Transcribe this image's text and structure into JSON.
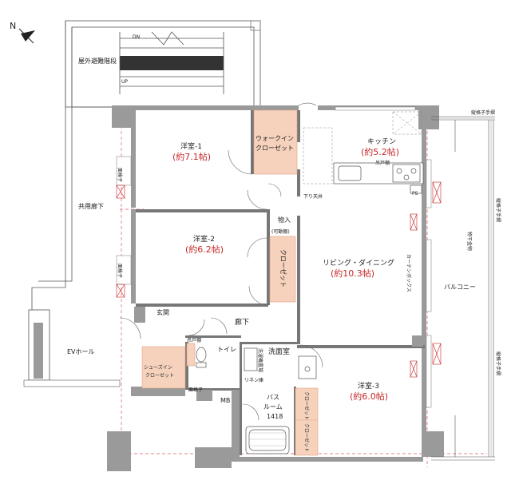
{
  "compass": {
    "letter": "N"
  },
  "labels": {
    "outdoor_stairs": "屋外避難階段",
    "dn": "DN",
    "up": "UP",
    "lattice_rail_top": "縦格子手摺",
    "common_corridor": "共用廊下",
    "face_lattice_1": "面格子",
    "face_lattice_2": "面格子",
    "ev_hall": "EVホール",
    "face_lattice_3": "面格子",
    "mb": "MB",
    "ps": "PS",
    "lattice_rail_right1": "縦格子手摺",
    "laundry_rack": "物干金物",
    "lattice_rail_right2": "縦格子手摺",
    "balcony": "バルコニー",
    "curtain_box": "カーテンボックス",
    "drop_ceiling": "下り天井",
    "range_hood": "吊戸棚",
    "upper_cabinet": "吊戸棚"
  },
  "rooms": {
    "western1": {
      "name": "洋室-1",
      "size": "(約7.1帖)"
    },
    "walkin": {
      "name1": "ウォークイン",
      "name2": "クローゼット"
    },
    "kitchen": {
      "name": "キッチン",
      "size": "(約5.2帖)"
    },
    "western2": {
      "name": "洋室-2",
      "size": "(約6.2帖)"
    },
    "storage": {
      "name1": "物入",
      "name2": "(可動棚)"
    },
    "closet2": {
      "name": "クローゼット"
    },
    "living": {
      "name": "リビング・ダイニング",
      "size": "(約10.3帖)"
    },
    "entrance": {
      "name": "玄関"
    },
    "hallway": {
      "name": "廊下"
    },
    "toilet": {
      "name": "トイレ"
    },
    "shoes": {
      "name1": "シューズイン",
      "name2": "クローゼット"
    },
    "washroom": {
      "name": "洗面室"
    },
    "washer": {
      "name": "洗濯機置場"
    },
    "linen": {
      "name": "リネン庫"
    },
    "bath": {
      "name1": "バス",
      "name2": "ルーム",
      "code": "1418"
    },
    "closet3a": {
      "name": "クローゼット"
    },
    "closet3b": {
      "name": "クローゼット"
    },
    "western3": {
      "name": "洋室-3",
      "size": "(約6.0帖)"
    }
  },
  "colors": {
    "wall": "#9a9a9a",
    "closet_fill": "#f6d2bd",
    "closet_stroke": "#e0a080",
    "red_text": "#c62828",
    "dash": "#e05a6a"
  }
}
